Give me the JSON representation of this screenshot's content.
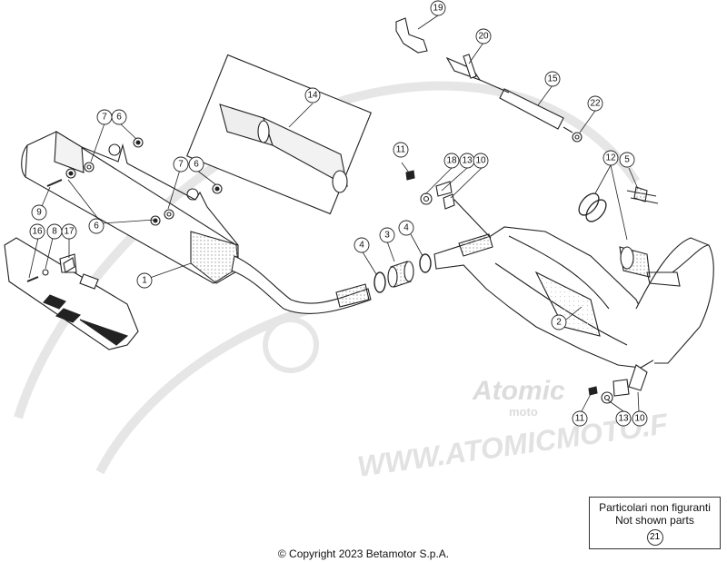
{
  "callouts": {
    "c1": "1",
    "c2": "2",
    "c3": "3",
    "c4a": "4",
    "c4b": "4",
    "c5": "5",
    "c6a": "6",
    "c6b": "6",
    "c6c": "6",
    "c7a": "7",
    "c7b": "7",
    "c8": "8",
    "c9": "9",
    "c10a": "10",
    "c10b": "10",
    "c11a": "11",
    "c11b": "11",
    "c12": "12",
    "c13a": "13",
    "c13b": "13",
    "c14": "14",
    "c15": "15",
    "c16": "16",
    "c17": "17",
    "c18": "18",
    "c19": "19",
    "c20": "20",
    "c22": "22"
  },
  "legend": {
    "line1": "Particolari non figuranti",
    "line2": "Not shown parts",
    "number": "21"
  },
  "copyright": "© Copyright 2023 Betamotor S.p.A.",
  "watermark": {
    "line1": "Atomic",
    "line2": "moto",
    "url": "WWW.ATOMICMOTO.F"
  },
  "colors": {
    "line": "#222222",
    "watermark": "#e4e4e4",
    "stipple": "#b0b0b0"
  }
}
